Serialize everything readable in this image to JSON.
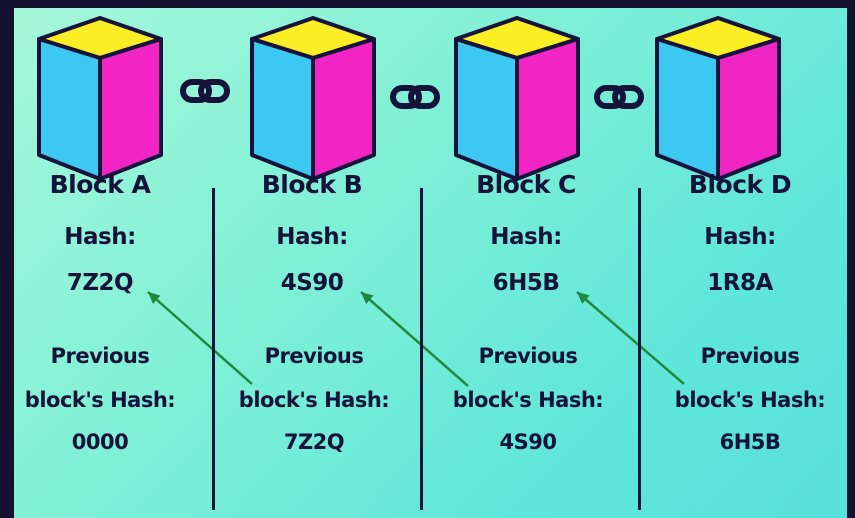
{
  "diagram": {
    "colors": {
      "background": "#14122e",
      "panel": "#7ff0d6",
      "cube_top": "#fbee24",
      "cube_left": "#3cc8f0",
      "cube_right": "#f025c4",
      "outline": "#16133a",
      "arrow": "#1f8a3f"
    },
    "link_icon_name": "chain-link-icon",
    "blocks": [
      {
        "title": "Block A",
        "hash_label": "Hash:",
        "hash": "7Z2Q",
        "prev_label_line1": "Previous",
        "prev_label_line2": "block's Hash:",
        "prev_hash": "0000"
      },
      {
        "title": "Block B",
        "hash_label": "Hash:",
        "hash": "4S90",
        "prev_label_line1": "Previous",
        "prev_label_line2": "block's Hash:",
        "prev_hash": "7Z2Q"
      },
      {
        "title": "Block C",
        "hash_label": "Hash:",
        "hash": "6H5B",
        "prev_label_line1": "Previous",
        "prev_label_line2": "block's Hash:",
        "prev_hash": "4S90"
      },
      {
        "title": "Block D",
        "hash_label": "Hash:",
        "hash": "1R8A",
        "prev_label_line1": "Previous",
        "prev_label_line2": "block's Hash:",
        "prev_hash": "6H5B"
      }
    ]
  }
}
